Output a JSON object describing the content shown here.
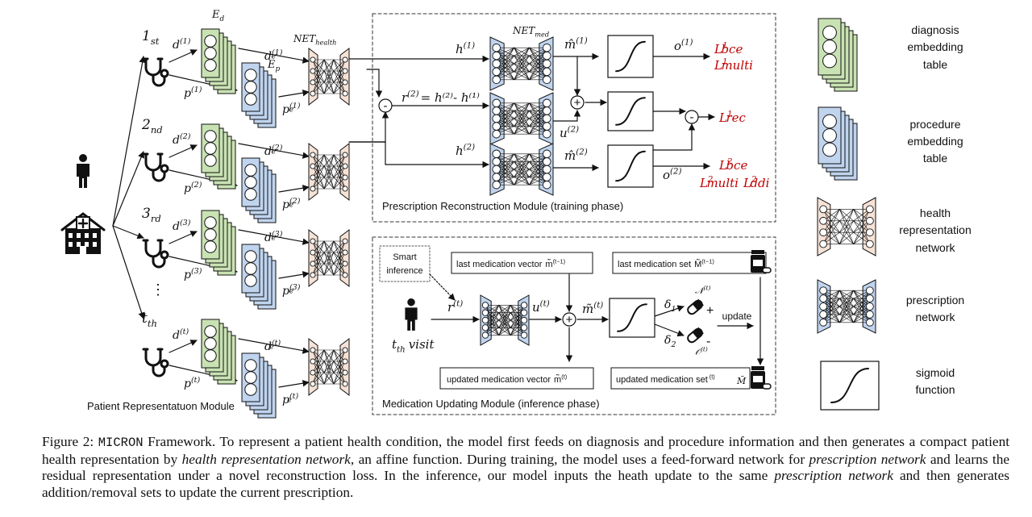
{
  "visits": [
    {
      "ord": "1",
      "sfx": "st",
      "d": "d",
      "dsup": "(1)",
      "p": "p",
      "psup": "(1)",
      "de": "d",
      "desup": "(1)",
      "pe": "p",
      "pesup": "(1)"
    },
    {
      "ord": "2",
      "sfx": "nd",
      "d": "d",
      "dsup": "(2)",
      "p": "p",
      "psup": "(2)",
      "de": "d",
      "desup": "(2)",
      "pe": "p",
      "pesup": "(2)"
    },
    {
      "ord": "3",
      "sfx": "rd",
      "d": "d",
      "dsup": "(3)",
      "p": "p",
      "psup": "(3)",
      "de": "d",
      "desup": "(3)",
      "pe": "p",
      "pesup": "(3)"
    },
    {
      "ord": "t",
      "sfx": "th",
      "d": "d",
      "dsup": "(t)",
      "p": "p",
      "psup": "(t)",
      "de": "d",
      "desup": "(t)",
      "pe": "p",
      "pesup": "(t)"
    }
  ],
  "dots": "⋮",
  "embed": {
    "ed": "E",
    "ed_sub": "d",
    "ep": "E",
    "ep_sub": "p",
    "sub_e": "e"
  },
  "net_health": {
    "base": "NET",
    "sub": "health"
  },
  "net_med": {
    "base": "NET",
    "sub": "med"
  },
  "patient_module_label": "Patient Representatuon Module",
  "training": {
    "title": "Prescription Reconstruction Module (training phase)",
    "h1": "h",
    "h1sup": "(1)",
    "h2": "h",
    "h2sup": "(2)",
    "residual": "r",
    "residual_sup": "(2)",
    "residual_rhs": "= h⁽²⁾- h⁽¹⁾",
    "m1": "m̂",
    "m1sup": "(1)",
    "m2": "m̂",
    "m2sup": "(2)",
    "u2": "u",
    "u2sup": "(2)",
    "o1": "o",
    "o1sup": "(1)",
    "o2": "o",
    "o2sup": "(2)",
    "minus": "-",
    "plus": "+",
    "losses": {
      "l1a": "L",
      "l1a_sup": "1",
      "l1a_sub": "bce",
      "l1b": "L",
      "l1b_sup": "1",
      "l1b_sub": "multi",
      "lrec": "L",
      "lrec_sup": "1",
      "lrec_sub": "rec",
      "l2a": "L",
      "l2a_sup": "2",
      "l2a_sub": "bce",
      "l2b": "L",
      "l2b_sup": "2",
      "l2b_sub": "multi",
      "l2c": "L",
      "l2c_sup": "2",
      "l2c_sub": "ddi"
    }
  },
  "inference": {
    "title": "Medication Updating Module (inference phase)",
    "smart_1": "Smart",
    "smart_2": "inference",
    "last_vec": "last medication vector",
    "last_vec_sym": "m̃",
    "last_vec_sup": "(t−1)",
    "last_set": "last medication set",
    "last_set_sym": "M̃",
    "last_set_sup": "(t−1)",
    "rt": "r",
    "rt_sup": "(t)",
    "ut": "u",
    "ut_sup": "(t)",
    "mt": "m̃",
    "mt_sup": "(t)",
    "visit": "t",
    "visit_sub": "th",
    "visit_word": "visit",
    "delta1": "δ",
    "delta1_sub": "1",
    "delta2": "δ",
    "delta2_sub": "2",
    "n_set": "𝒩",
    "n_sup": "(t)",
    "o_set": "𝒪",
    "o_sup": "(t)",
    "update": "update",
    "updated_vec": "updated medication vector",
    "updated_vec_sym": "m̃",
    "updated_vec_sup": "(t)",
    "updated_set": "updated medication set",
    "updated_set_sym": "M̃",
    "updated_set_sup": "(t)"
  },
  "legend": [
    {
      "l1": "diagnosis",
      "l2": "embedding",
      "l3": "table"
    },
    {
      "l1": "procedure",
      "l2": "embedding",
      "l3": "table"
    },
    {
      "l1": "health",
      "l2": "representation",
      "l3": "network"
    },
    {
      "l1": "prescription",
      "l2": "network",
      "l3": ""
    },
    {
      "l1": "sigmoid",
      "l2": "function",
      "l3": ""
    }
  ],
  "caption": {
    "p1": "Figure 2: ",
    "code": "MICRON",
    "p2": " Framework. To represent a patient health condition, the model first feeds on diagnosis and procedure information and then generates a compact patient health representation by ",
    "i1": "health representation network",
    "p3": ", an affine function. During training, the model uses a feed-forward network for ",
    "i2": "prescription network",
    "p4": " and learns the residual representation under a novel reconstruction loss. In the inference, our model inputs the heath update to the same ",
    "i3": "prescription network",
    "p5": " and then generates addition/removal sets to update the current prescription."
  },
  "colors": {
    "green": "#c9e2b3",
    "blue": "#c0d4ee",
    "peach": "#f6e2d6",
    "loss_red": "#c00000"
  }
}
